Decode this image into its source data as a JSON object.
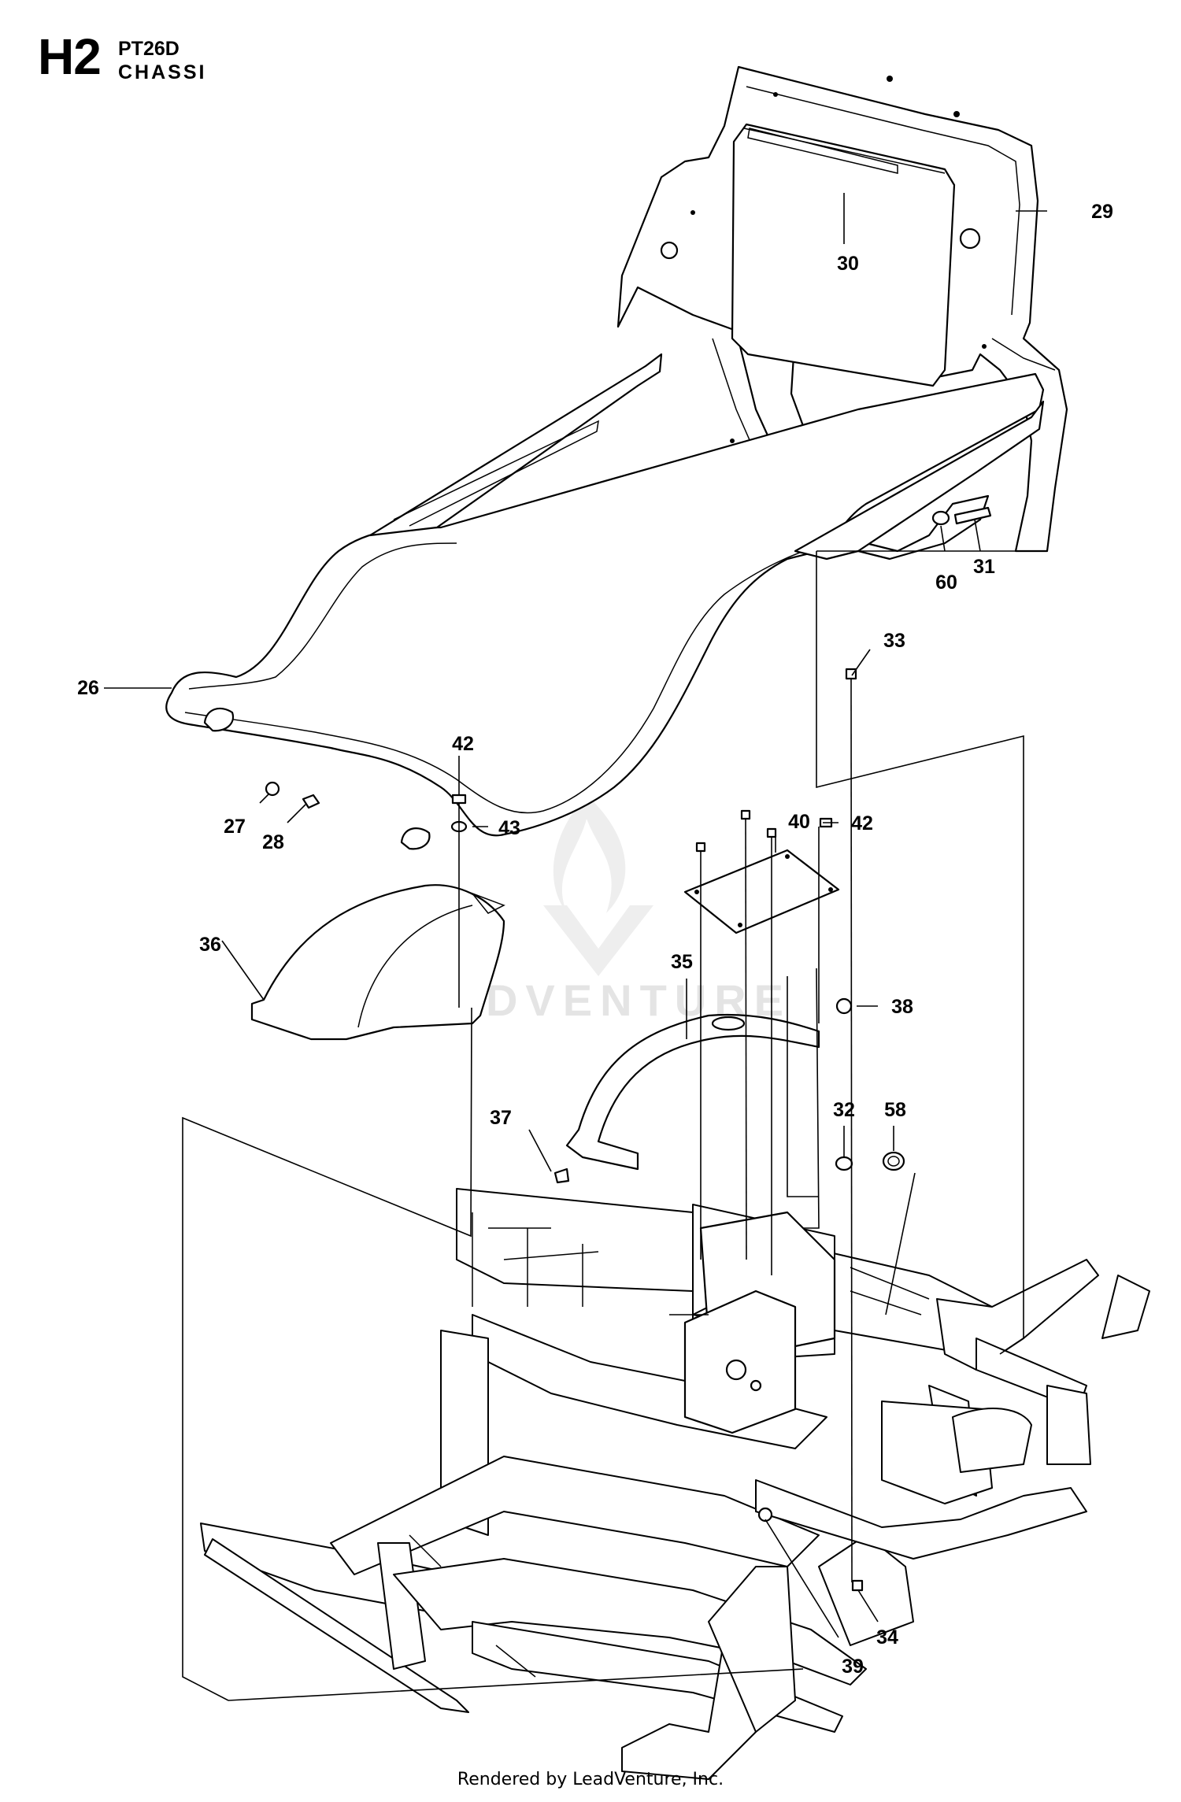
{
  "header": {
    "section_code": "H2",
    "model": "PT26D",
    "group": "CHASSI"
  },
  "callouts": [
    {
      "id": "c26",
      "label": "26"
    },
    {
      "id": "c27",
      "label": "27"
    },
    {
      "id": "c28",
      "label": "28"
    },
    {
      "id": "c29",
      "label": "29"
    },
    {
      "id": "c30",
      "label": "30"
    },
    {
      "id": "c31",
      "label": "31"
    },
    {
      "id": "c32",
      "label": "32"
    },
    {
      "id": "c33",
      "label": "33"
    },
    {
      "id": "c34",
      "label": "34"
    },
    {
      "id": "c35",
      "label": "35"
    },
    {
      "id": "c36",
      "label": "36"
    },
    {
      "id": "c37",
      "label": "37"
    },
    {
      "id": "c38",
      "label": "38"
    },
    {
      "id": "c39",
      "label": "39"
    },
    {
      "id": "c40",
      "label": "40"
    },
    {
      "id": "c42a",
      "label": "42"
    },
    {
      "id": "c42b",
      "label": "42"
    },
    {
      "id": "c43",
      "label": "43"
    },
    {
      "id": "c58",
      "label": "58"
    },
    {
      "id": "c60",
      "label": "60"
    }
  ],
  "watermark": {
    "text": "LEADVENTURE"
  },
  "footer": {
    "text": "Rendered by LeadVenture, Inc."
  }
}
